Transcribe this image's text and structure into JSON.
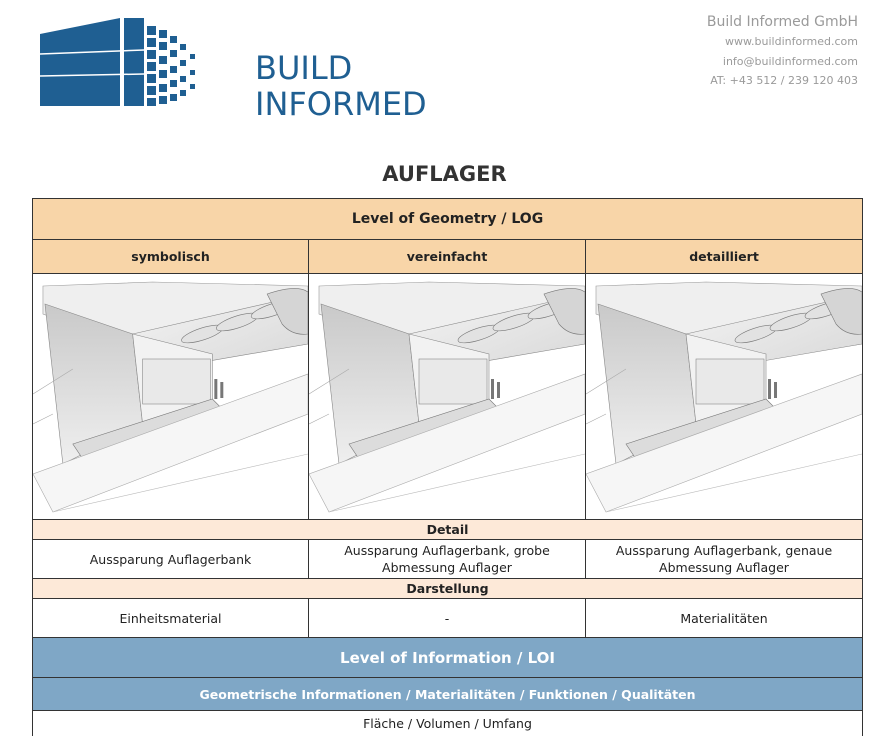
{
  "header": {
    "logo_line1": "BUILD",
    "logo_line2": "INFORMED",
    "company_name": "Build Informed GmbH",
    "website": "www.buildinformed.com",
    "email": "info@buildinformed.com",
    "phone": "AT: +43 512 / 239 120 403",
    "brand_color": "#1f5f92"
  },
  "document": {
    "title": "AUFLAGER"
  },
  "log": {
    "title": "Level of Geometry / LOG",
    "columns": [
      "symbolisch",
      "vereinfacht",
      "detailliert"
    ],
    "detail_label": "Detail",
    "detail_values": [
      "Aussparung Auflagerbank",
      "Aussparung Auflagerbank, grobe Abmessung Auflager",
      "Aussparung Auflagerbank, genaue Abmessung Auflager"
    ],
    "darstellung_label": "Darstellung",
    "darstellung_values": [
      "Einheitsmaterial",
      "-",
      "Materialitäten"
    ],
    "header_color": "#f8d5a8",
    "subheader_color": "#fde9d8"
  },
  "loi": {
    "title": "Level of Information / LOI",
    "subtitle": "Geometrische Informationen / Materialitäten / Funktionen / Qualitäten",
    "first_value": "Fläche / Volumen / Umfang",
    "header_color": "#7fa7c6"
  }
}
